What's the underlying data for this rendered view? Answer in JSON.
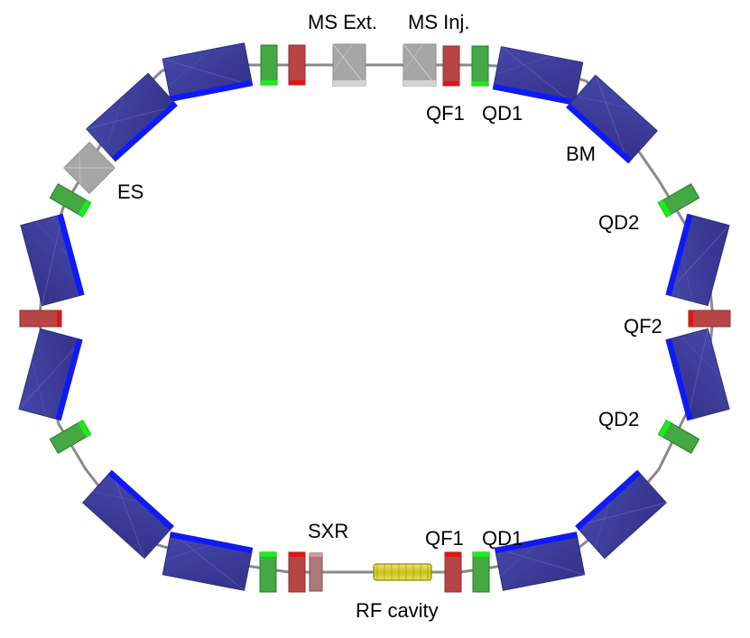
{
  "colors": {
    "beamline": "#8a8a8a",
    "dipole": "#3d3d9e",
    "dipole_dark": "#2e2e80",
    "dipole_edge": "#0f19ff",
    "quad_focusing": "#b84545",
    "quad_focusing_edge": "#e01414",
    "quad_defocusing": "#44a844",
    "quad_defocusing_edge": "#16f016",
    "septum": "#a6a6a6",
    "septum_edge": "#d4d4d4",
    "sextupole": "#b07878",
    "rf_cavity": "#d7d230",
    "rf_cavity_edge": "#8b8710"
  },
  "labels": {
    "ms_ext": "MS Ext.",
    "ms_inj": "MS Inj.",
    "qf1_top": "QF1",
    "qd1_top": "QD1",
    "bm": "BM",
    "es": "ES",
    "qd2_upper": "QD2",
    "qf2": "QF2",
    "qd2_lower": "QD2",
    "sxr": "SXR",
    "qf1_bottom": "QF1",
    "qd1_bottom": "QD1",
    "rf_cavity": "RF cavity"
  }
}
